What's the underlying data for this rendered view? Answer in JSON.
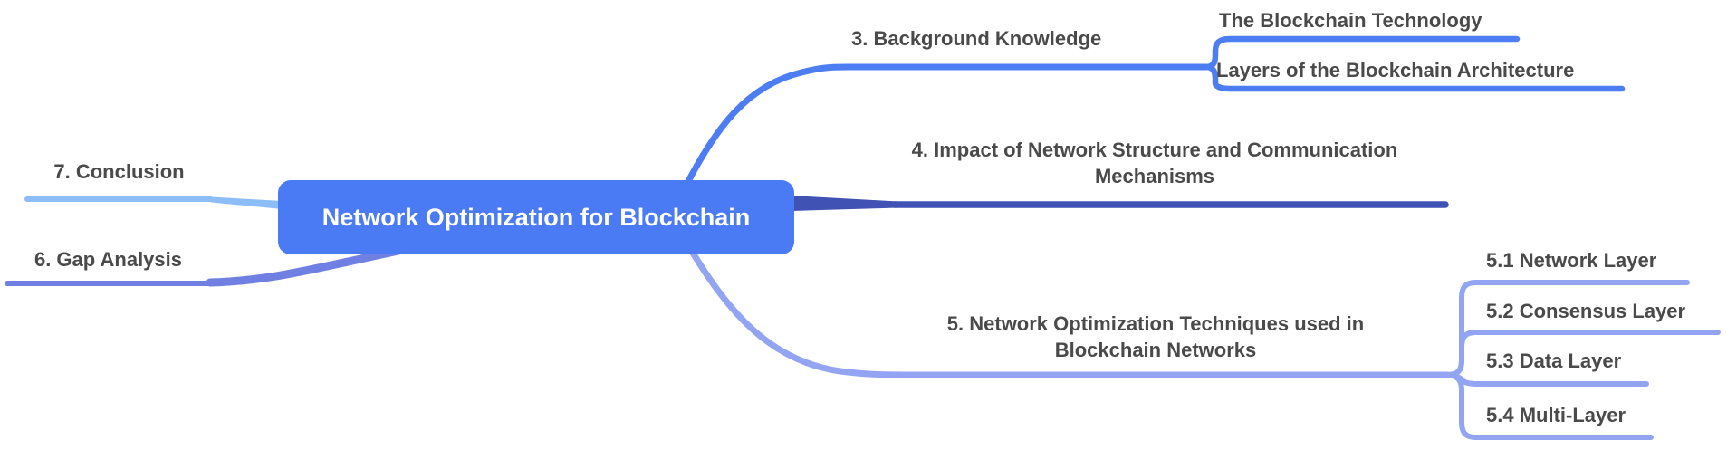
{
  "colors": {
    "canvas-background": "#ffffff",
    "root-fill": "#4a7bf5",
    "root-text": "#ffffff",
    "label-text": "#4a4a4a",
    "branch-3": "#4d7df2",
    "branch-4": "#4152b5",
    "branch-5": "#93a5f2",
    "branch-6": "#7080e2",
    "branch-7": "#8dbdf8"
  },
  "diagram": {
    "type": "mindmap",
    "root": {
      "label": "Network Optimization for Blockchain"
    },
    "branches": [
      {
        "label": "3. Background Knowledge",
        "children": [
          "The Blockchain Technology",
          "Layers of the Blockchain Architecture"
        ]
      },
      {
        "label": "4. Impact of Network Structure and Communication Mechanisms",
        "children": []
      },
      {
        "label": "5. Network Optimization Techniques used in Blockchain Networks",
        "children": [
          "5.1 Network Layer",
          "5.2 Consensus Layer",
          "5.3 Data Layer",
          "5.4 Multi-Layer"
        ]
      },
      {
        "label": "6. Gap Analysis",
        "children": []
      },
      {
        "label": "7. Conclusion",
        "children": []
      }
    ]
  }
}
